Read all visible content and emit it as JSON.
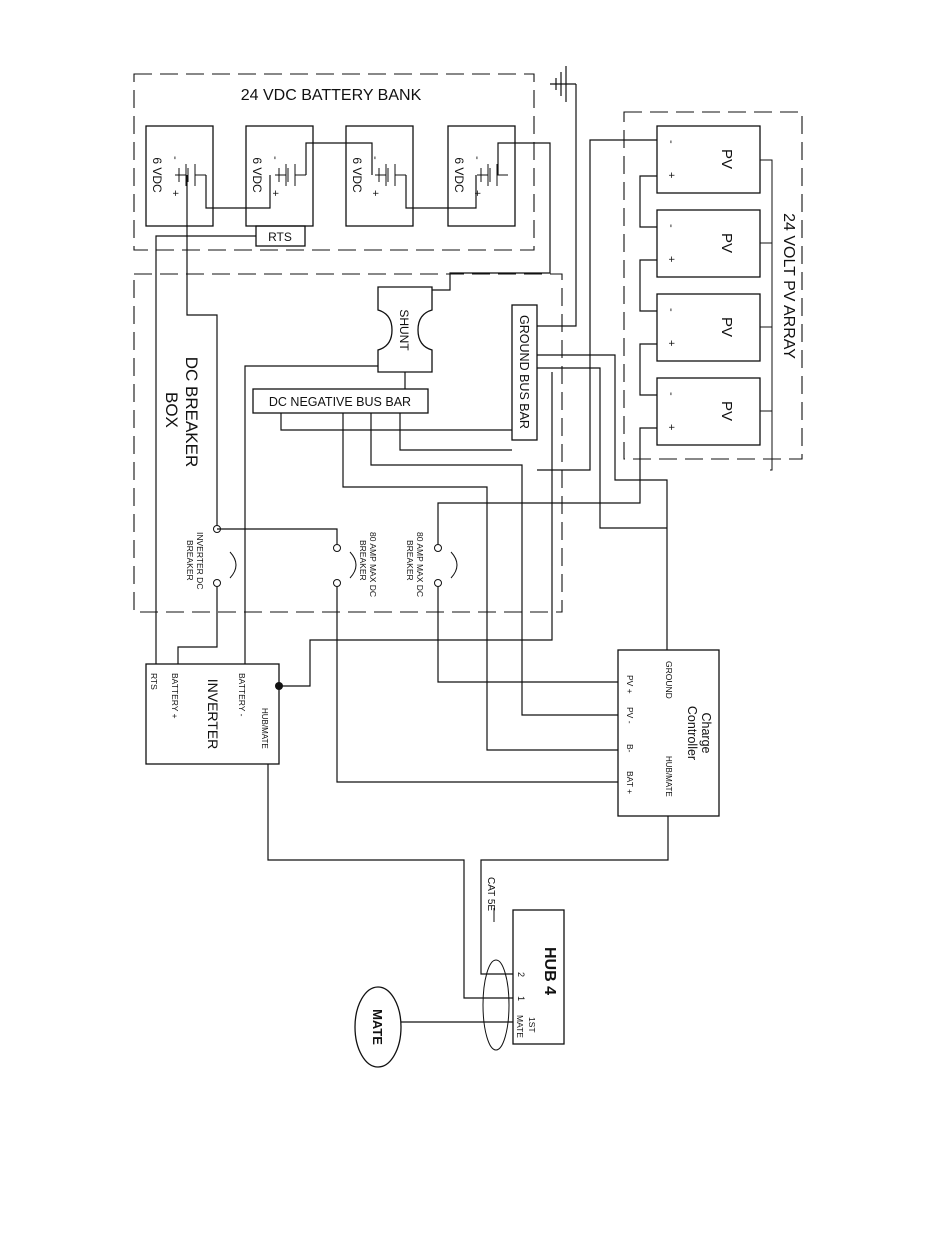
{
  "battery_bank": {
    "title": "24 VDC BATTERY BANK",
    "cells": [
      {
        "voltage": "6 VDC",
        "neg": "-",
        "pos": "+"
      },
      {
        "voltage": "6 VDC",
        "neg": "-",
        "pos": "+"
      },
      {
        "voltage": "6 VDC",
        "neg": "-",
        "pos": "+"
      },
      {
        "voltage": "6 VDC",
        "neg": "-",
        "pos": "+"
      }
    ],
    "rts": "RTS"
  },
  "pv_array": {
    "title": "24 VOLT PV ARRAY",
    "panels": [
      {
        "label": "PV",
        "neg": "-",
        "pos": "+"
      },
      {
        "label": "PV",
        "neg": "-",
        "pos": "+"
      },
      {
        "label": "PV",
        "neg": "-",
        "pos": "+"
      },
      {
        "label": "PV",
        "neg": "-",
        "pos": "+"
      }
    ]
  },
  "breaker_box": {
    "title_line1": "DC BREAKER",
    "title_line2": "BOX",
    "shunt": "SHUNT",
    "neg_bus": "DC NEGATIVE BUS BAR",
    "ground_bus": "GROUND BUS BAR",
    "breakers": [
      {
        "line1": "INVERTER DC",
        "line2": "BREAKER",
        "line3": ""
      },
      {
        "line1": "80 AMP MAX DC",
        "line2": "BREAKER",
        "line3": ""
      },
      {
        "line1": "80 AMP MAX DC",
        "line2": "BREAKER",
        "line3": ""
      }
    ]
  },
  "inverter": {
    "title": "INVERTER",
    "terminals": {
      "rts": "RTS",
      "bat_pos": "BATTERY +",
      "bat_neg": "BATTERY -",
      "hubmate": "HUB/MATE"
    }
  },
  "charge_controller": {
    "title_line1": "Charge",
    "title_line2": "Controller",
    "terminals": {
      "ground": "GROUND",
      "hubmate": "HUB/MATE",
      "pv_pos": "PV +",
      "pv_neg": "PV -",
      "b_neg": "B-",
      "bat_pos": "BAT +"
    }
  },
  "hub": {
    "title": "HUB 4",
    "port2": "2",
    "port1": "1",
    "mate_port_line1": "1ST",
    "mate_port_line2": "MATE",
    "cable": "CAT 5E"
  },
  "mate": {
    "label": "MATE"
  }
}
